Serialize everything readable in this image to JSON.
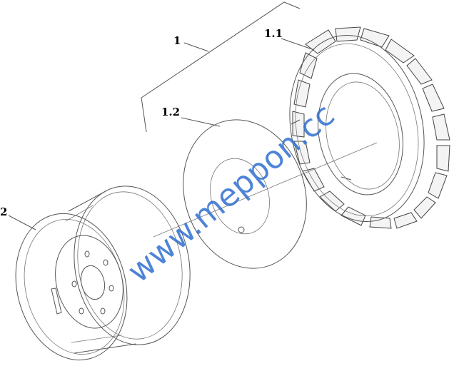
{
  "labels": {
    "assembly": "1",
    "tire": "1.1",
    "tube": "1.2",
    "rim": "2"
  },
  "watermark": "www.meppon.cc",
  "colors": {
    "line": "#555555",
    "watermark": "#2f6fd0",
    "label": "#000000"
  }
}
